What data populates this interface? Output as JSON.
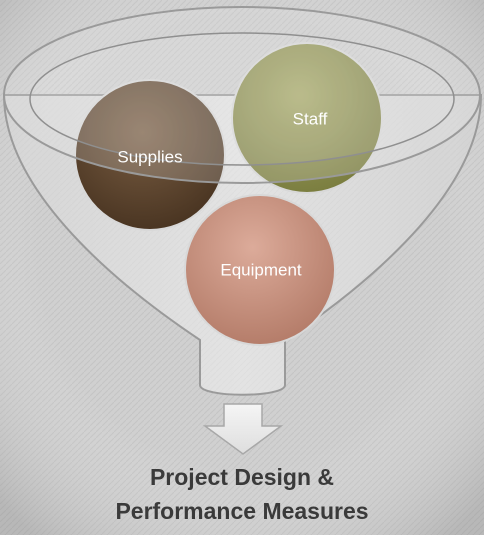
{
  "inputs": [
    {
      "label": "Supplies",
      "color": "#5e4630"
    },
    {
      "label": "Staff",
      "color": "#8e9152"
    },
    {
      "label": "Equipment",
      "color": "#c99483"
    }
  ],
  "result": {
    "line1": "Project Design &",
    "line2": "Performance Measures"
  },
  "colors": {
    "background": "#cfcfcf",
    "funnel": "#e6e6e6",
    "funnel_outline": "#9a9a9a",
    "arrow": "#ececec",
    "text": "#3a3a3a"
  }
}
